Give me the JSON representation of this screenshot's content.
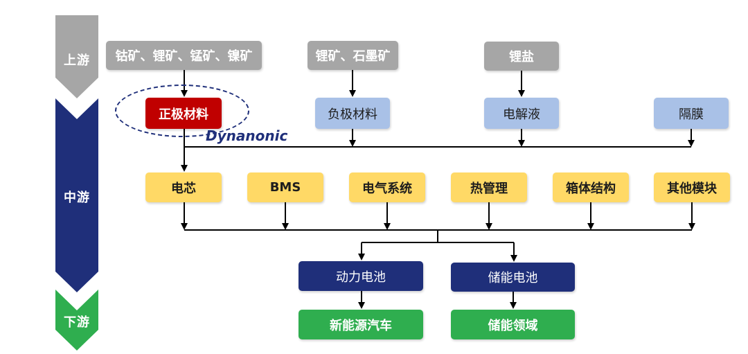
{
  "stages": {
    "upstream": "上游",
    "midstream": "中游",
    "downstream": "下游"
  },
  "upstream": {
    "ore1": "钴矿、锂矿、锰矿、镍矿",
    "ore2": "锂矿、石墨矿",
    "salt": "锂盐"
  },
  "materials": {
    "cathode": "正极材料",
    "anode": "负极材料",
    "electrolyte": "电解液",
    "separator": "隔膜"
  },
  "brand": "Dynanonic",
  "components": [
    "电芯",
    "BMS",
    "电气系统",
    "热管理",
    "箱体结构",
    "其他模块"
  ],
  "batteries": {
    "power": "动力电池",
    "storage": "储能电池"
  },
  "applications": {
    "ev": "新能源汽车",
    "storage_field": "储能领域"
  },
  "colors": {
    "upstream_stage": "#a6a6a6",
    "midstream_stage": "#1f2f7a",
    "downstream_stage": "#2fae4f",
    "highlight": "#c00000"
  }
}
